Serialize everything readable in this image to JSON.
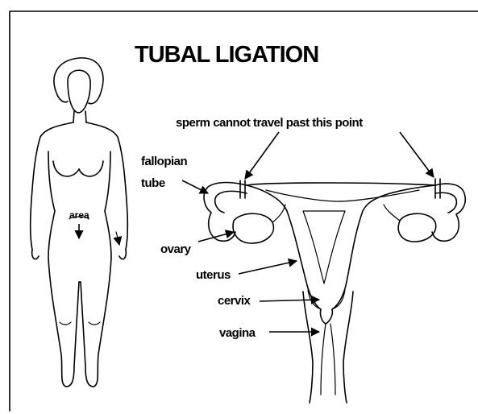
{
  "title": "TUBAL LIGATION",
  "labels": {
    "sperm_note": "sperm cannot travel past this point",
    "fallopian_tube_line1": "fallopian",
    "fallopian_tube_line2": "tube",
    "ovary": "ovary",
    "uterus": "uterus",
    "cervix": "cervix",
    "vagina": "vagina",
    "body_area": "area"
  },
  "colors": {
    "ink": "#000000",
    "background": "#ffffff",
    "border": "#000000"
  }
}
